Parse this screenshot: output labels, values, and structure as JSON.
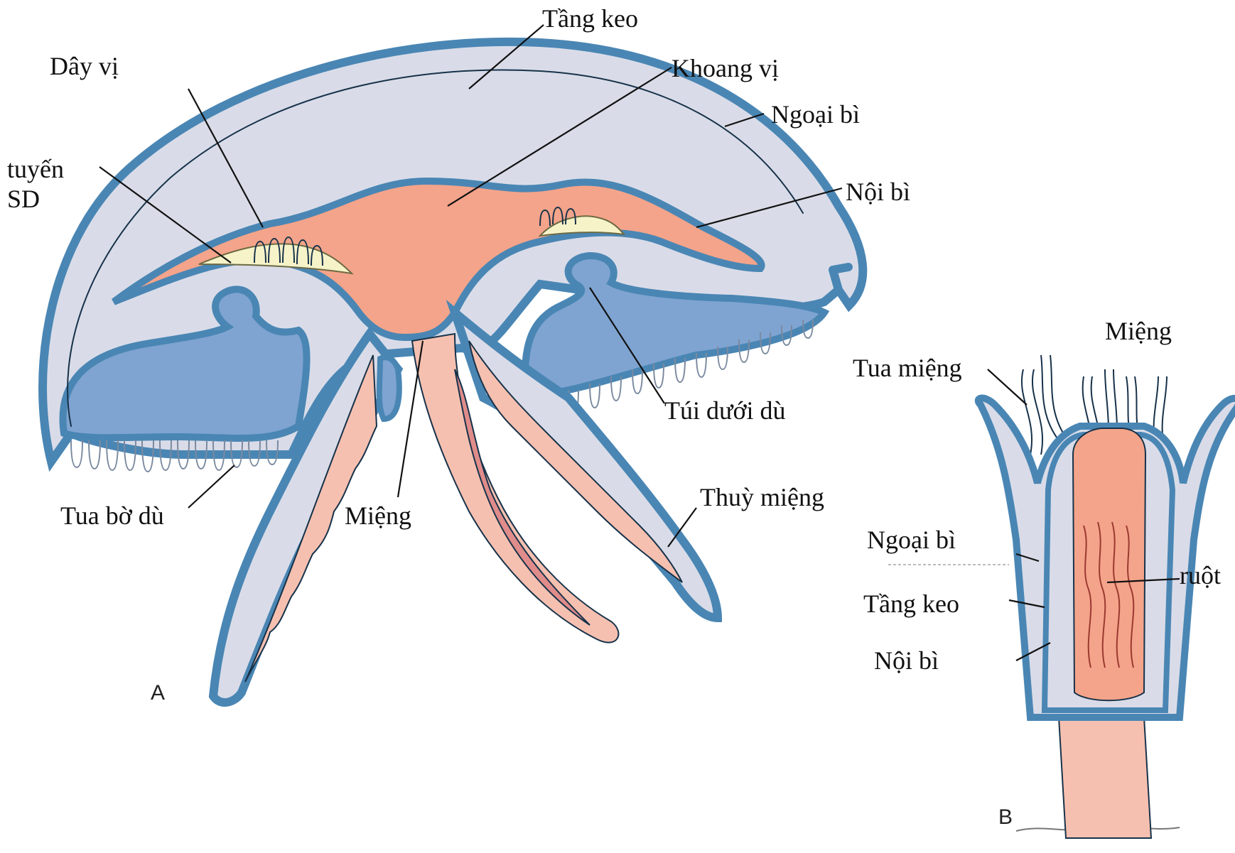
{
  "colors": {
    "ectoderm": "#4a86b4",
    "mesoglea": "#d9dce8",
    "gastric_cavity": "#f4a48a",
    "endoderm_pink": "#f6c0b0",
    "subumbrella_pouch": "#7fa4d1",
    "gonad": "#f7f3c9",
    "outline": "#17324a"
  },
  "panels": {
    "a": "A",
    "b": "B"
  },
  "labels_a": {
    "tang_keo": "Tầng keo",
    "day_vi": "Dây vị",
    "khoang_vi": "Khoang vị",
    "ngoai_bi": "Ngoại bì",
    "tuyen_sd_line1": "tuyến",
    "tuyen_sd_line2": "SD",
    "noi_bi": "Nội bì",
    "tui_duoi_du": "Túi dưới dù",
    "tua_bo_du": "Tua bờ dù",
    "mieng": "Miệng",
    "thuy_mieng": "Thuỳ miệng"
  },
  "labels_b": {
    "mieng": "Miệng",
    "tua_mieng": "Tua miệng",
    "ngoai_bi": "Ngoại bì",
    "ruot": "ruột",
    "tang_keo": "Tầng keo",
    "noi_bi": "Nội bì"
  }
}
